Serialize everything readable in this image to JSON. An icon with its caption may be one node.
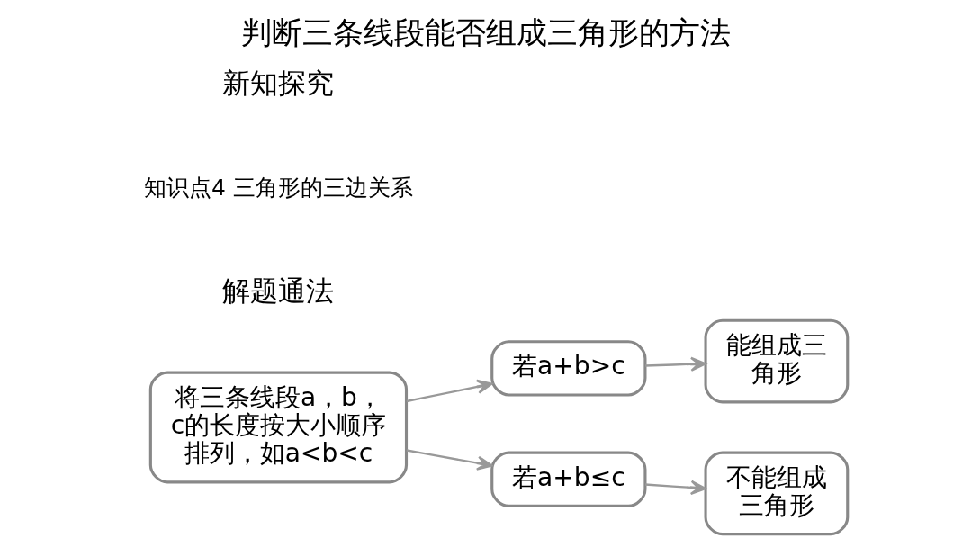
{
  "diagram": {
    "title": "判断三条线段能否组成三角形的方法",
    "nodes": [
      {
        "text": [
          "将三条线段a，b，c的长度按大小顺序排列，如a<b<c"
        ]
      },
      {
        "text": [
          "若a+b>c"
        ]
      },
      {
        "text": [
          "若a+b≤c"
        ]
      },
      {
        "text": [
          "能组成三角形"
        ]
      },
      {
        "text": [
          "不能组成三角形"
        ]
      }
    ],
    "edges": [
      {
        "from": 0,
        "to": 1,
        "arrow": "to"
      },
      {
        "from": 0,
        "to": 2,
        "arrow": "to"
      },
      {
        "from": 1,
        "to": 3,
        "arrow": "to"
      },
      {
        "from": 2,
        "to": 4,
        "arrow": "to"
      }
    ],
    "labels": [
      "新知探究",
      "知识点4 三角形的三边关系",
      "解题通法"
    ]
  }
}
